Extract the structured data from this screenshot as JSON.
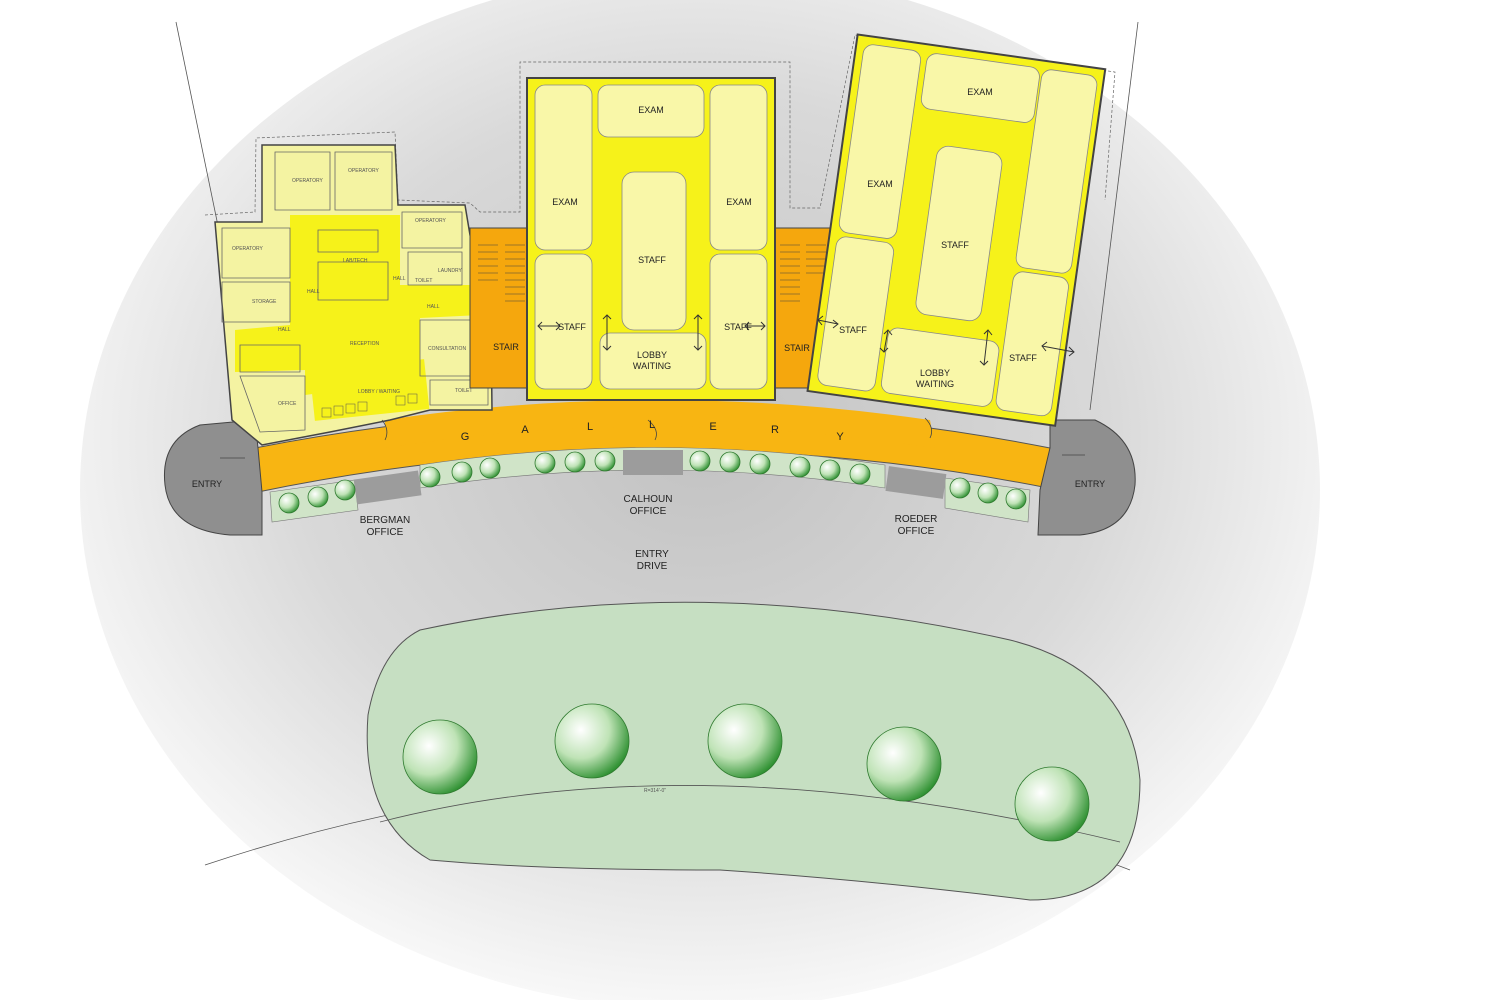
{
  "labels": {
    "exam": "EXAM",
    "staff": "STAFF",
    "lobby": "LOBBY",
    "waiting": "WAITING",
    "stair": "STAIR",
    "entry": "ENTRY",
    "gallery_letters": [
      "G",
      "A",
      "L",
      "L",
      "E",
      "R",
      "Y"
    ],
    "bergman": "BERGMAN",
    "calhoun": "CALHOUN",
    "roeder": "ROEDER",
    "office": "OFFICE",
    "entry_drive_1": "ENTRY",
    "entry_drive_2": "DRIVE",
    "radius": "R=314'-0\""
  },
  "dental_labels": {
    "operatory": "OPERATORY",
    "lab_tech": "LAB/TECH",
    "hall": "HALL",
    "storage": "STORAGE",
    "laundry": "LAUNDRY",
    "reception": "RECEPTION",
    "consultation": "CONSULTATION",
    "lobby_waiting": "LOBBY / WAITING",
    "office": "OFFICE",
    "toilet": "TOILET"
  },
  "colors": {
    "gallery": "#f8b512",
    "stair": "#f5a70d",
    "room_light": "#f9f7a8",
    "room_bright": "#f6f21a",
    "room_pale": "#f4f3a2",
    "entry_grey": "#8f8f8f",
    "lawn": "#c6dfc2",
    "planter": "#d0e4c8",
    "tree": "#3d9d3d"
  }
}
